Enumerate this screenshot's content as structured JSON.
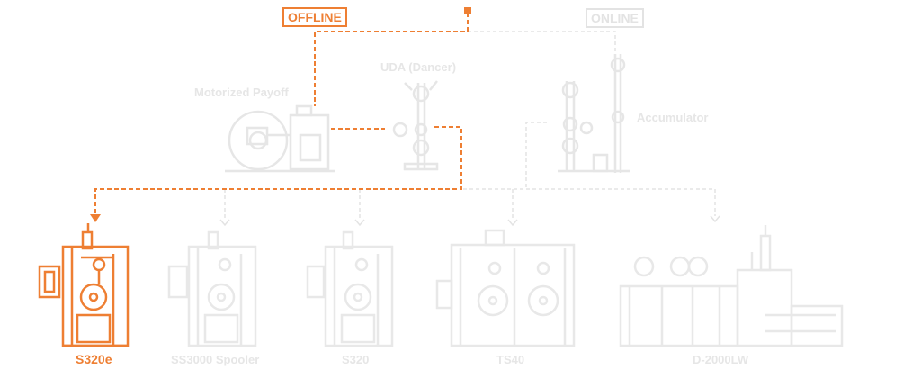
{
  "colors": {
    "accent": "#ee7f33",
    "inactive": "#e3e3e3"
  },
  "status_labels": {
    "offline": "OFFLINE",
    "online": "ONLINE"
  },
  "components": {
    "motorized_payoff": "Motorized Payoff",
    "uda": "UDA (Dancer)",
    "accumulator": "Accumulator"
  },
  "machines": [
    {
      "id": "s320e",
      "label": "S320e",
      "active": true
    },
    {
      "id": "ss3000",
      "label": "SS3000 Spooler",
      "active": false
    },
    {
      "id": "s320",
      "label": "S320",
      "active": false
    },
    {
      "id": "ts40",
      "label": "TS40",
      "active": false
    },
    {
      "id": "d2000",
      "label": "D-2000LW",
      "active": false
    }
  ]
}
